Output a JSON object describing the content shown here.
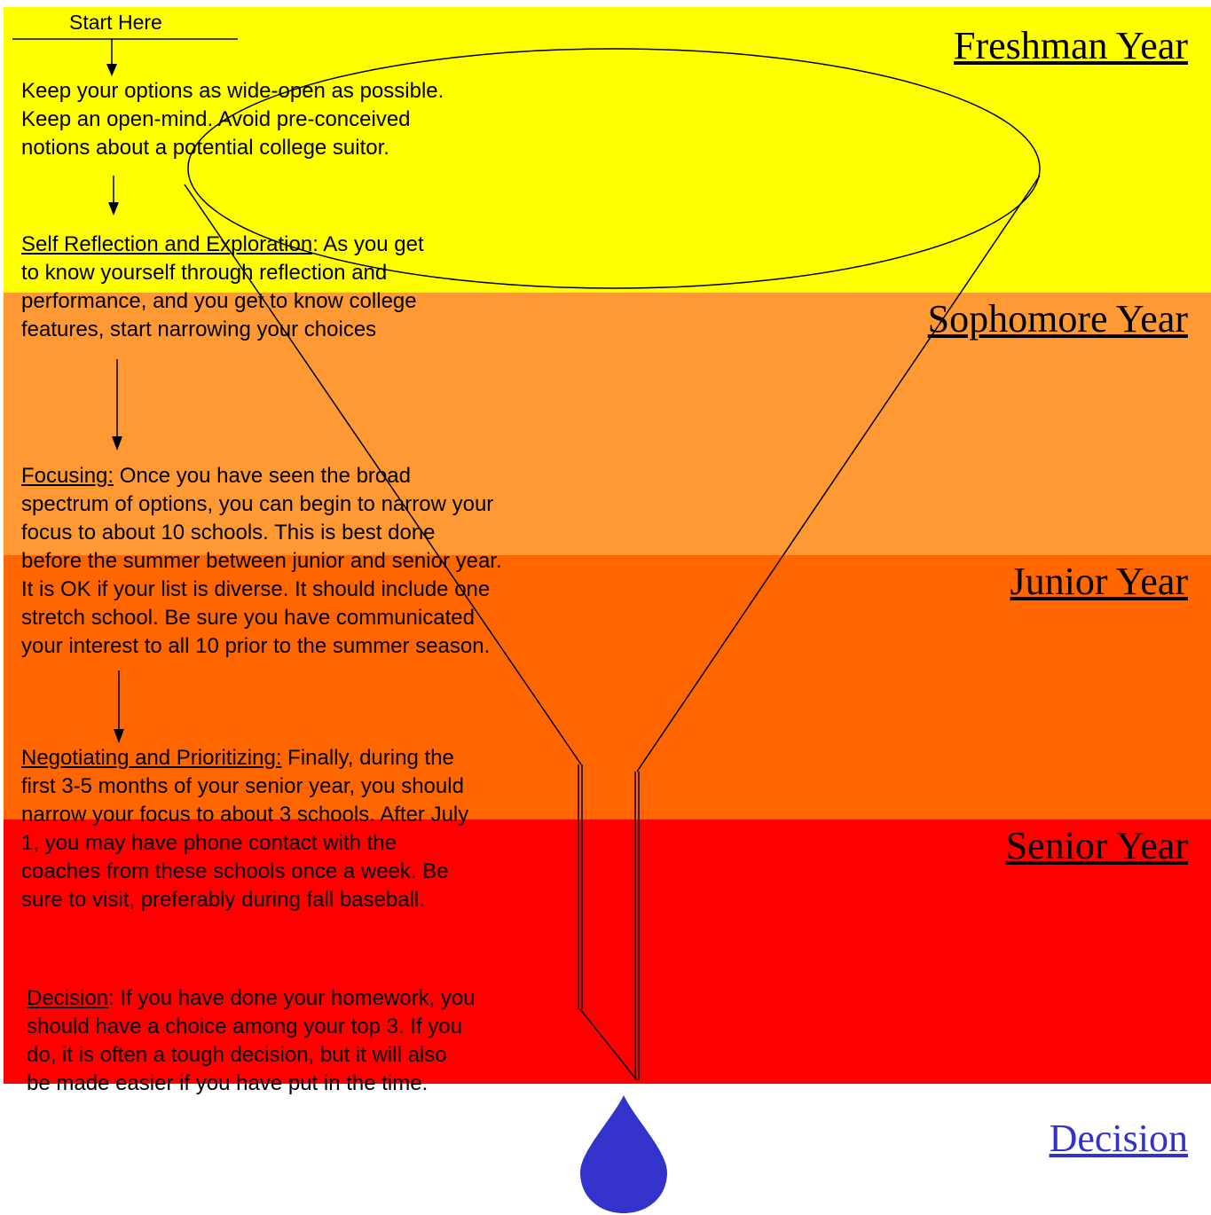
{
  "colors": {
    "freshman": "#ffff00",
    "sophomore": "#ff9933",
    "junior": "#ff6600",
    "senior": "#ff0000",
    "drop": "#3333cc",
    "decision_link": "#3333cc"
  },
  "start_label": "Start Here",
  "years": {
    "freshman": "Freshman Year",
    "sophomore": "Sophomore Year",
    "junior": "Junior Year",
    "senior": "Senior Year",
    "decision": "Decision"
  },
  "steps": {
    "open": {
      "lines": [
        "Keep your options as wide-open as possible.",
        "Keep an open-mind.  Avoid pre-conceived",
        "notions about a potential college suitor."
      ]
    },
    "reflection": {
      "heading": "Self Reflection and Exploration",
      "first": ":  As you get",
      "lines": [
        "to know yourself through reflection and",
        "performance, and you get to know college",
        "features, start narrowing your choices"
      ]
    },
    "focusing": {
      "heading": "Focusing:",
      "first": "  Once you have seen the broad",
      "lines": [
        "spectrum of options, you can begin to narrow your",
        "focus to about 10 schools.  This is best done",
        "before the summer between junior and senior year.",
        "It is OK if your list is diverse.  It should include one",
        "stretch school. Be sure you have communicated",
        "your interest to all 10 prior to the summer season."
      ]
    },
    "negotiating": {
      "heading": "Negotiating and Prioritizing:",
      "first": " Finally, during the",
      "lines": [
        "first 3-5 months of your senior year, you should",
        "narrow your focus to about 3 schools. After July",
        "1, you may have phone contact with the",
        "coaches from these schools once a week. Be",
        "sure to visit, preferably during fall baseball."
      ]
    },
    "decision": {
      "heading": "Decision",
      "first": ": If you have done your homework, you",
      "lines": [
        "should have a choice among your top 3.  If you",
        "do, it is often a tough decision, but it will also",
        "be made easier if you have put in the time."
      ]
    }
  }
}
